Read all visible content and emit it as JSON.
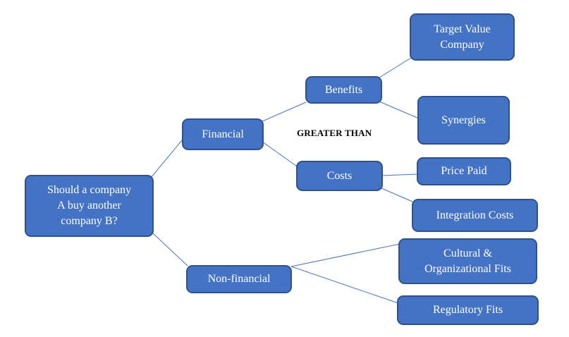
{
  "nodes": {
    "root": "Should a company\nA buy another\ncompany B?",
    "financial": "Financial",
    "non_financial": "Non-financial",
    "benefits": "Benefits",
    "costs": "Costs",
    "target_value": "Target Value\nCompany",
    "synergies": "Synergies",
    "price_paid": "Price Paid",
    "integration_costs": "Integration  Costs",
    "cultural_fits": "Cultural &\nOrganizational Fits",
    "regulatory_fits": "Regulatory Fits"
  },
  "comparison_label": "GREATER THAN",
  "colors": {
    "node_fill": "#4472c4",
    "node_border": "#2f528f",
    "connector": "#4472c4"
  }
}
